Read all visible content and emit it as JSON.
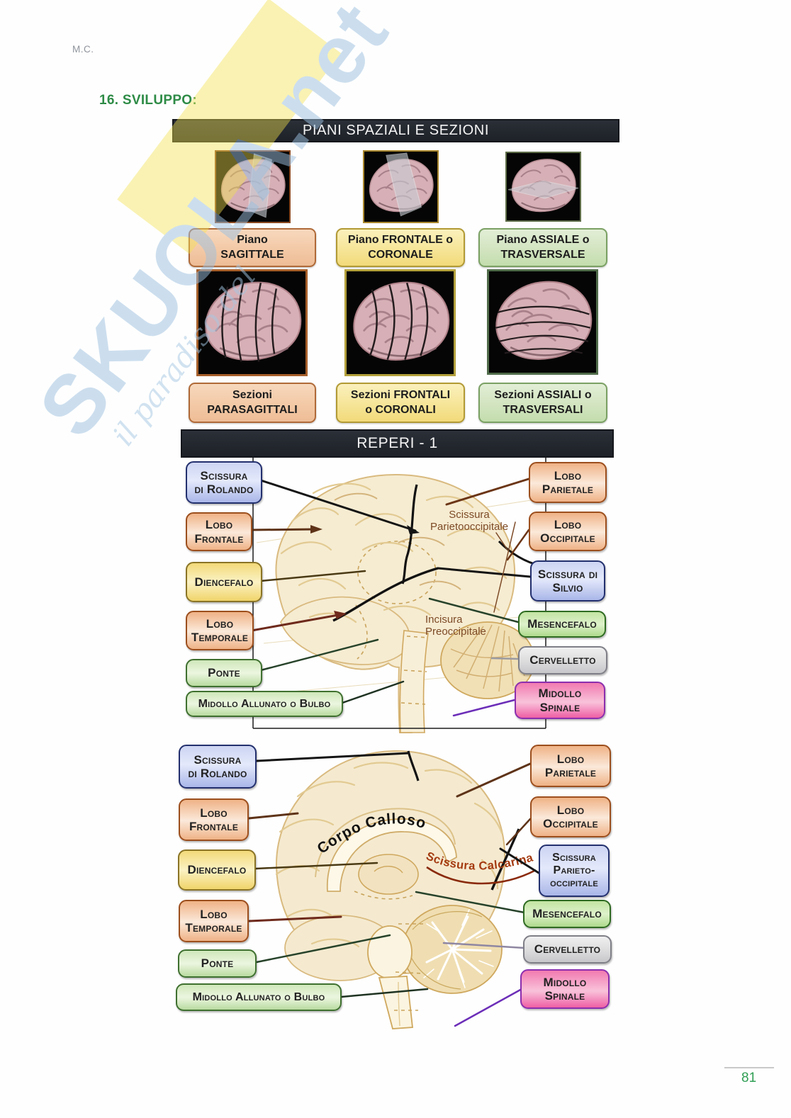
{
  "page": {
    "author": "M.C.",
    "section_title": "16. SVILUPPO:",
    "page_number": "81"
  },
  "watermark": {
    "brand": "SKUOLA.net",
    "tagline": "il paradiso del"
  },
  "colors": {
    "section_title_green": "#2e8b46",
    "header_bar_bg": "#23272e",
    "page_number_green": "#2f9e54",
    "box_blue": "#b9c4ee",
    "box_orange": "#f2b98e",
    "box_yellow": "#f3dc80",
    "box_green": "#c6e4ae",
    "box_gray": "#d9d9dc",
    "box_pink": "#f277ae",
    "watermark_blue": "#9cc0e0"
  },
  "planes_section": {
    "header": "PIANI SPAZIALI E SEZIONI",
    "plane_items": [
      {
        "l1": "Piano",
        "l2": "SAGITTALE"
      },
      {
        "l1": "Piano FRONTALE o",
        "l2": "CORONALE"
      },
      {
        "l1": "Piano ASSIALE o",
        "l2": "TRASVERSALE"
      }
    ],
    "section_items": [
      {
        "l1": "Sezioni",
        "l2": "PARASAGITTALI"
      },
      {
        "l1": "Sezioni FRONTALI",
        "l2": "o CORONALI"
      },
      {
        "l1": "Sezioni ASSIALI o",
        "l2": "TRASVERSALI"
      }
    ]
  },
  "reperi": {
    "header": "REPERI - 1",
    "diagram1": {
      "left": [
        {
          "l1": "Scissura",
          "l2": "di Rolando"
        },
        {
          "l1": "Lobo",
          "l2": "Frontale"
        },
        {
          "l1": "Diencefalo",
          "l2": ""
        },
        {
          "l1": "Lobo",
          "l2": "Temporale"
        },
        {
          "l1": "Ponte",
          "l2": ""
        },
        {
          "l1": "Midollo Allunato o Bulbo",
          "l2": ""
        }
      ],
      "right": [
        {
          "l1": "Lobo",
          "l2": "Parietale"
        },
        {
          "l1": "Lobo",
          "l2": "Occipitale"
        },
        {
          "l1": "Scissura di",
          "l2": "Silvio"
        },
        {
          "l1": "Mesencefalo",
          "l2": ""
        },
        {
          "l1": "Cervelletto",
          "l2": ""
        },
        {
          "l1": "Midollo",
          "l2": "Spinale"
        }
      ],
      "annotations": [
        {
          "l1": "Scissura",
          "l2": "Parietooccipitale"
        },
        {
          "l1": "Incisura",
          "l2": "Preoccipitale"
        }
      ]
    },
    "diagram2": {
      "left": [
        {
          "l1": "Scissura",
          "l2": "di Rolando"
        },
        {
          "l1": "Lobo",
          "l2": "Frontale"
        },
        {
          "l1": "Diencefalo",
          "l2": ""
        },
        {
          "l1": "Lobo",
          "l2": "Temporale"
        },
        {
          "l1": "Ponte",
          "l2": ""
        },
        {
          "l1": "Midollo Allunato o Bulbo",
          "l2": ""
        }
      ],
      "right": [
        {
          "l1": "Lobo",
          "l2": "Parietale"
        },
        {
          "l1": "Lobo",
          "l2": "Occipitale"
        },
        {
          "l1": "Scissura",
          "l2": "Parieto-",
          "l3": "occipitale"
        },
        {
          "l1": "Mesencefalo",
          "l2": ""
        },
        {
          "l1": "Cervelletto",
          "l2": ""
        },
        {
          "l1": "Midollo",
          "l2": "Spinale"
        }
      ],
      "annotations": [
        "Corpo Calloso",
        "Scissura Calcarina"
      ]
    }
  }
}
